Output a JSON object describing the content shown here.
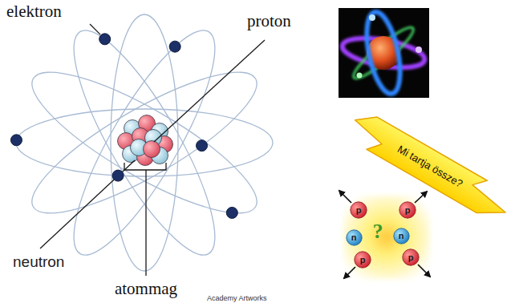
{
  "diagram": {
    "nodes": [
      {
        "text": [
          "Mi tartja össze?"
        ]
      },
      {
        "text": [
          "p"
        ]
      },
      {
        "text": [
          "p"
        ]
      },
      {
        "text": [
          "n"
        ]
      },
      {
        "text": [
          "n"
        ]
      },
      {
        "text": [
          "p"
        ]
      },
      {
        "text": [
          "p"
        ]
      }
    ],
    "labels": [
      "elektron",
      "proton",
      "neutron",
      "atommag",
      "Academy Artworks",
      "?"
    ]
  }
}
